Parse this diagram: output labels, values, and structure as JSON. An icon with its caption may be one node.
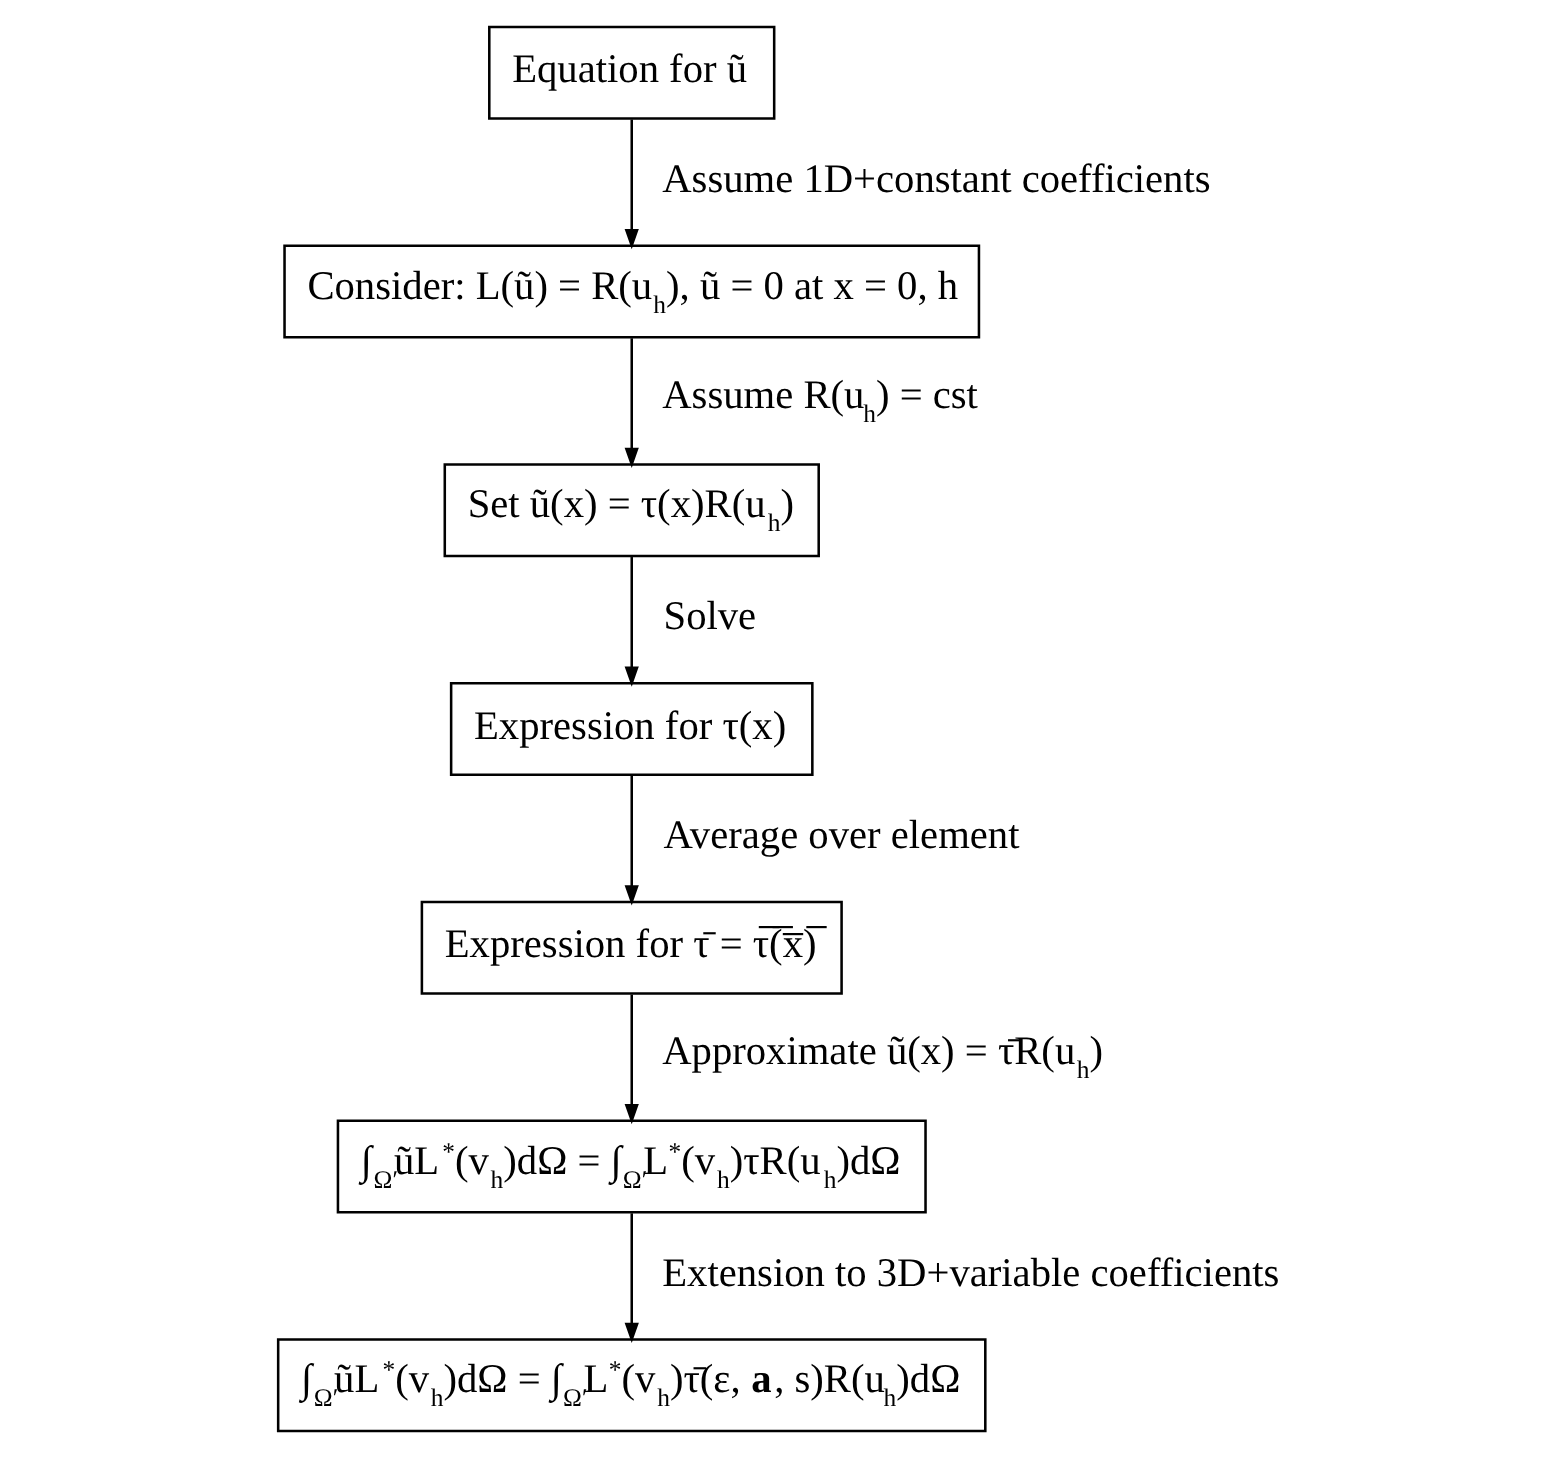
{
  "diagram": {
    "nodes": [
      {
        "text": [
          "Equation for ũ"
        ]
      },
      {
        "text": [
          "Consider: L(ũ) = R(u$_{h}$), ũ = 0 at x = 0, h"
        ]
      },
      {
        "text": [
          "Set ũ(x) = τ(x)R(u$_{h}$)"
        ]
      },
      {
        "text": [
          "Expression for τ(x)"
        ]
      },
      {
        "text": [
          "Expression for τ̄ = τ̅(̅x̅)̅"
        ]
      },
      {
        "text": [
          "∫$_{Ω′}$ũL$^{*}$(v$_{h}$)dΩ = ∫$_{Ω′}$L$^{*}$(v$_{h}$)τR(u$_{h}$)dΩ"
        ]
      },
      {
        "text": [
          "∫$_{Ω′}$ũL$^{*}$(v$_{h}$)dΩ = ∫$_{Ω′}$L$^{*}$(v$_{h}$)τ̄(ε, **a**, s)R(u$_{h}$)dΩ"
        ]
      }
    ],
    "edges": [
      {
        "from": 0,
        "to": 1,
        "arrow": "to",
        "label": "Assume 1D+constant coefficients"
      },
      {
        "from": 1,
        "to": 2,
        "arrow": "to",
        "label": "Assume R(u$_{h}$) = cst"
      },
      {
        "from": 2,
        "to": 3,
        "arrow": "to",
        "label": "Solve"
      },
      {
        "from": 3,
        "to": 4,
        "arrow": "to",
        "label": "Average over element"
      },
      {
        "from": 4,
        "to": 5,
        "arrow": "to",
        "label": "Approximate ũ(x) = τ̄R(u$_{h}$)"
      },
      {
        "from": 5,
        "to": 6,
        "arrow": "to",
        "label": "Extension to 3D+variable coefficients"
      }
    ]
  }
}
